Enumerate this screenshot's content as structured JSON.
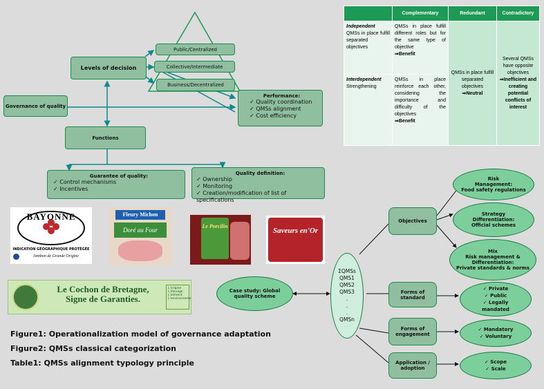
{
  "left_diagram": {
    "levels": "Levels of decision",
    "public": "Public/Centralized",
    "collective": "Collective/Intermediate",
    "business": "Business/Decentralized",
    "governance": "Governance of quality",
    "performance_title": "Performance:",
    "performance_items": [
      "Quality coordination",
      "QMSs alignment",
      "Cost efficiency"
    ],
    "functions": "Functions",
    "guarantee_title": "Guarantee of quality:",
    "guarantee_items": [
      "Control mechanisms",
      "Incentives"
    ],
    "definition_title": "Quality definition:",
    "definition_items": [
      "Ownership",
      "Monitoring",
      "Creation/modification of list of  specifications"
    ]
  },
  "table": {
    "headers": [
      "",
      "Complementary",
      "Redundant",
      "Contradictory"
    ],
    "independent_label": "Independent",
    "independent_desc": "QMSs in place fulfill separated objectives",
    "independent_comp": "QMSs in place fulfill different roles but for the same type of objective",
    "independent_comp_result": "⇒Benefit",
    "interdependent_label": "Interdependent",
    "interdependent_desc": "Strengthening",
    "interdependent_comp": "QMSs in place reinforce each other, considering the importance and difficulty of the objectives",
    "interdependent_comp_result": "⇒Benefit",
    "redundant": "QMSs in place fulfill separated objectives",
    "redundant_result": "⇒Neutral",
    "contradictory": "Several QMSs have opposite objectives",
    "contradictory_result": "⇒Inefficient and creating potential conflicts of interest"
  },
  "logos": {
    "bayonne_name": "BAYONNE",
    "bayonne_sub": "INDICATION GÉOGRAPHIQUE PROTÉGÉE",
    "bayonne_sig": "Jambon de Grande Origine",
    "fleury_brand": "Fleury Michon",
    "fleury_product": "Doré au Four",
    "porcilin": "Le Porcilin",
    "saveurs": "Saveurs en'Or",
    "cochon_line1": "Le Cochon de Bretagne,",
    "cochon_line2": "Signe de Garanties.",
    "cochon_side": "L'origine L'élevage L'aliment L'environnement"
  },
  "captions": [
    "Figure1: Operationalization model of governance adaptation",
    "Figure2: QMSs classical categorization",
    "Table1: QMSs alignment typology principle"
  ],
  "right_diagram": {
    "case_study": "Case study: Global quality scheme",
    "qmss": [
      "ΣQMSs",
      "QMS1",
      "QMS2",
      "QMS3",
      ".",
      ".",
      ".",
      "QMSn"
    ],
    "objectives": "Objectives",
    "forms_standard": "Forms of standard",
    "forms_engagement": "Forms of engagement",
    "application": "Application / adoption",
    "risk_title": "Risk Management:",
    "risk_sub": "Food safety regulations",
    "strategy_title": "Strategy Differentiation:",
    "strategy_sub": "Official schemes",
    "mix_title": "Mix",
    "mix_line1": "Risk management &",
    "mix_line2": "Differentiation:",
    "mix_line3": "Private standards & norms",
    "standard_items": [
      "Private",
      "Public",
      "Legally mandated"
    ],
    "engagement_items": [
      "Mandatory",
      "Voluntary"
    ],
    "application_items": [
      "Scope",
      "Scale"
    ]
  }
}
